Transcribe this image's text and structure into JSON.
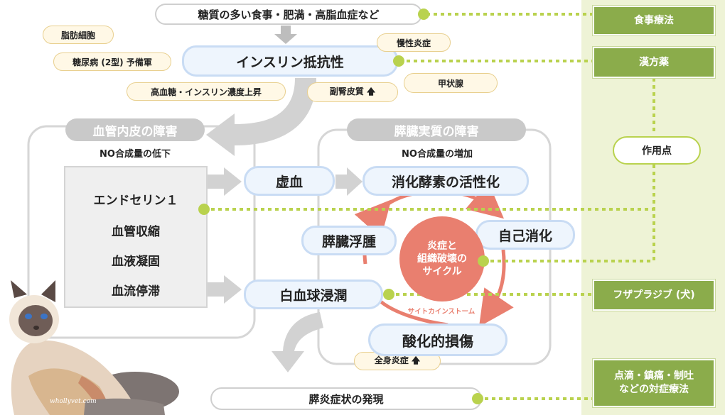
{
  "top": {
    "cause": "糖質の多い食事・肥満・高脂血症など"
  },
  "insulin": {
    "label": "インスリン抵抗性"
  },
  "notes": {
    "adipocyte": "脂肪細胞",
    "diabetes": "糖尿病 (2型) 予備軍",
    "hyperglycemia": "高血糖・インスリン濃度上昇",
    "inflammation": "慢性炎症",
    "adrenal": "副腎皮質 🡅",
    "thyroid": "甲状腺",
    "systemic": "全身炎症 🡅"
  },
  "vascular": {
    "header": "血管内皮の障害",
    "caption": "NO合成量の低下",
    "items": [
      "エンドセリン１",
      "血管収縮",
      "血液凝固",
      "血流停滞"
    ]
  },
  "pancreas": {
    "header": "膵臓実質の障害",
    "caption": "NO合成量の増加"
  },
  "nodes": {
    "ischemia": "虚血",
    "enzyme": "消化酵素の活性化",
    "edema": "膵臓浮腫",
    "autodigestion": "自己消化",
    "leukocyte": "白血球浸潤",
    "oxidative": "酸化的損傷",
    "cycle_center": "炎症と\n組織破壊の\nサイクル",
    "storm": "サイトカインストーム"
  },
  "bottom": {
    "symptoms": "膵炎症状の発現"
  },
  "treatments": {
    "diet": "食事療法",
    "kampo": "漢方薬",
    "action_point": "作用点",
    "fuzapladib": "フザプラジブ (犬)",
    "symptomatic": "点滴・鎮痛・制吐\nなどの対症療法"
  },
  "watermark": "whollyvet.com",
  "colors": {
    "green_panel": "#eef3d6",
    "green_box": "#8bac4b",
    "dot": "#b9d24e",
    "cycle": "#e97f6f",
    "blue_border": "#c9dcf4",
    "gray": "#c9c9c9"
  }
}
